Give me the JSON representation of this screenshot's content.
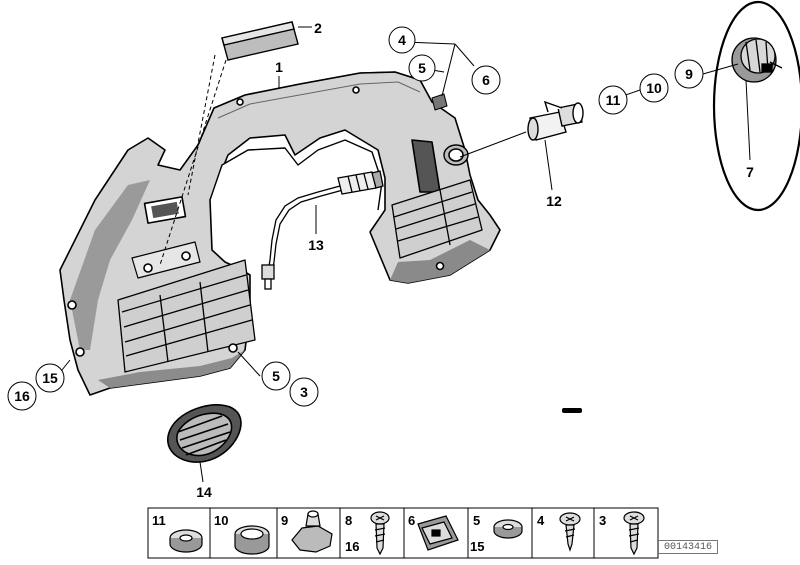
{
  "callouts": {
    "c1": "1",
    "c2": "2",
    "c4": "4",
    "c5a": "5",
    "c6": "6",
    "c9": "9",
    "c10": "10",
    "c11": "11",
    "c7": "7",
    "c12": "12",
    "c13": "13",
    "c15": "15",
    "c16": "16",
    "c5b": "5",
    "c3": "3",
    "c14": "14"
  },
  "parts_strip": [
    {
      "label": "11"
    },
    {
      "label": "10"
    },
    {
      "label": "9"
    },
    {
      "label": "8",
      "label2": "16"
    },
    {
      "label": "6"
    },
    {
      "label": "5",
      "label2": "15"
    },
    {
      "label": "4"
    },
    {
      "label": "3"
    }
  ],
  "document_id": "00143416"
}
